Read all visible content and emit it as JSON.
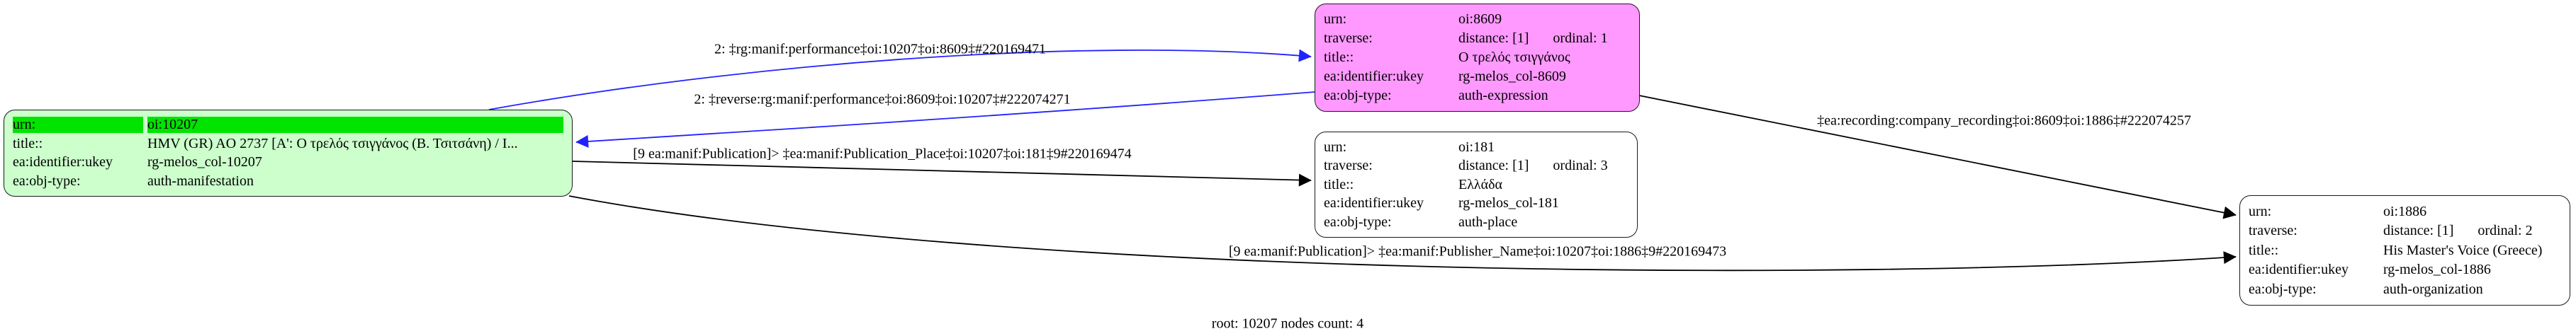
{
  "graph": {
    "root_label": "root: 10207 nodes count: 4"
  },
  "colors": {
    "blue_edge": "#2222ff",
    "black_edge": "#000000",
    "manifestation_fill": "#ccffcc",
    "highlight_fill": "#00e400",
    "expression_fill": "#ff99ff",
    "plain_fill": "#ffffff",
    "node_border": "#1a1a1a"
  },
  "nodes": {
    "manifestation": {
      "rows": [
        {
          "label": "urn:",
          "value": "oi:10207"
        },
        {
          "label": "title::",
          "value": "HMV (GR) AO 2737 [Α': Ο τρελός τσιγγάνος (Β. Τσιτσάνη) / Ι..."
        },
        {
          "label": "ea:identifier:ukey",
          "value": "rg-melos_col-10207"
        },
        {
          "label": "ea:obj-type:",
          "value": "auth-manifestation"
        }
      ]
    },
    "expression": {
      "rows": [
        {
          "label": "urn:",
          "value": "oi:8609"
        },
        {
          "label": "traverse:",
          "value": "distance: [1]",
          "value2": "ordinal: 1"
        },
        {
          "label": "title::",
          "value": "Ο τρελός τσιγγάνος"
        },
        {
          "label": "ea:identifier:ukey",
          "value": "rg-melos_col-8609"
        },
        {
          "label": "ea:obj-type:",
          "value": "auth-expression"
        }
      ]
    },
    "place": {
      "rows": [
        {
          "label": "urn:",
          "value": "oi:181"
        },
        {
          "label": "traverse:",
          "value": "distance: [1]",
          "value2": "ordinal: 3"
        },
        {
          "label": "title::",
          "value": "Ελλάδα"
        },
        {
          "label": "ea:identifier:ukey",
          "value": "rg-melos_col-181"
        },
        {
          "label": "ea:obj-type:",
          "value": "auth-place"
        }
      ]
    },
    "organization": {
      "rows": [
        {
          "label": "urn:",
          "value": "oi:1886"
        },
        {
          "label": "traverse:",
          "value": "distance: [1]",
          "value2": "ordinal: 2"
        },
        {
          "label": "title::",
          "value": "His Master's Voice (Greece)"
        },
        {
          "label": "ea:identifier:ukey",
          "value": "rg-melos_col-1886"
        },
        {
          "label": "ea:obj-type:",
          "value": "auth-organization"
        }
      ]
    }
  },
  "edges": {
    "performance": {
      "label": "2: ‡rg:manif:performance‡oi:10207‡oi:8609‡#220169471",
      "color": "#2222ff"
    },
    "reverse_performance": {
      "label": "2: ‡reverse:rg:manif:performance‡oi:8609‡oi:10207‡#222074271",
      "color": "#2222ff"
    },
    "publication_place": {
      "label": "[9 ea:manif:Publication]> ‡ea:manif:Publication_Place‡oi:10207‡oi:181‡9#220169474",
      "color": "#000000"
    },
    "publisher_name": {
      "label": "[9 ea:manif:Publication]> ‡ea:manif:Publisher_Name‡oi:10207‡oi:1886‡9#220169473",
      "color": "#000000"
    },
    "company_recording": {
      "label": "‡ea:recording:company_recording‡oi:8609‡oi:1886‡#222074257",
      "color": "#000000"
    }
  }
}
